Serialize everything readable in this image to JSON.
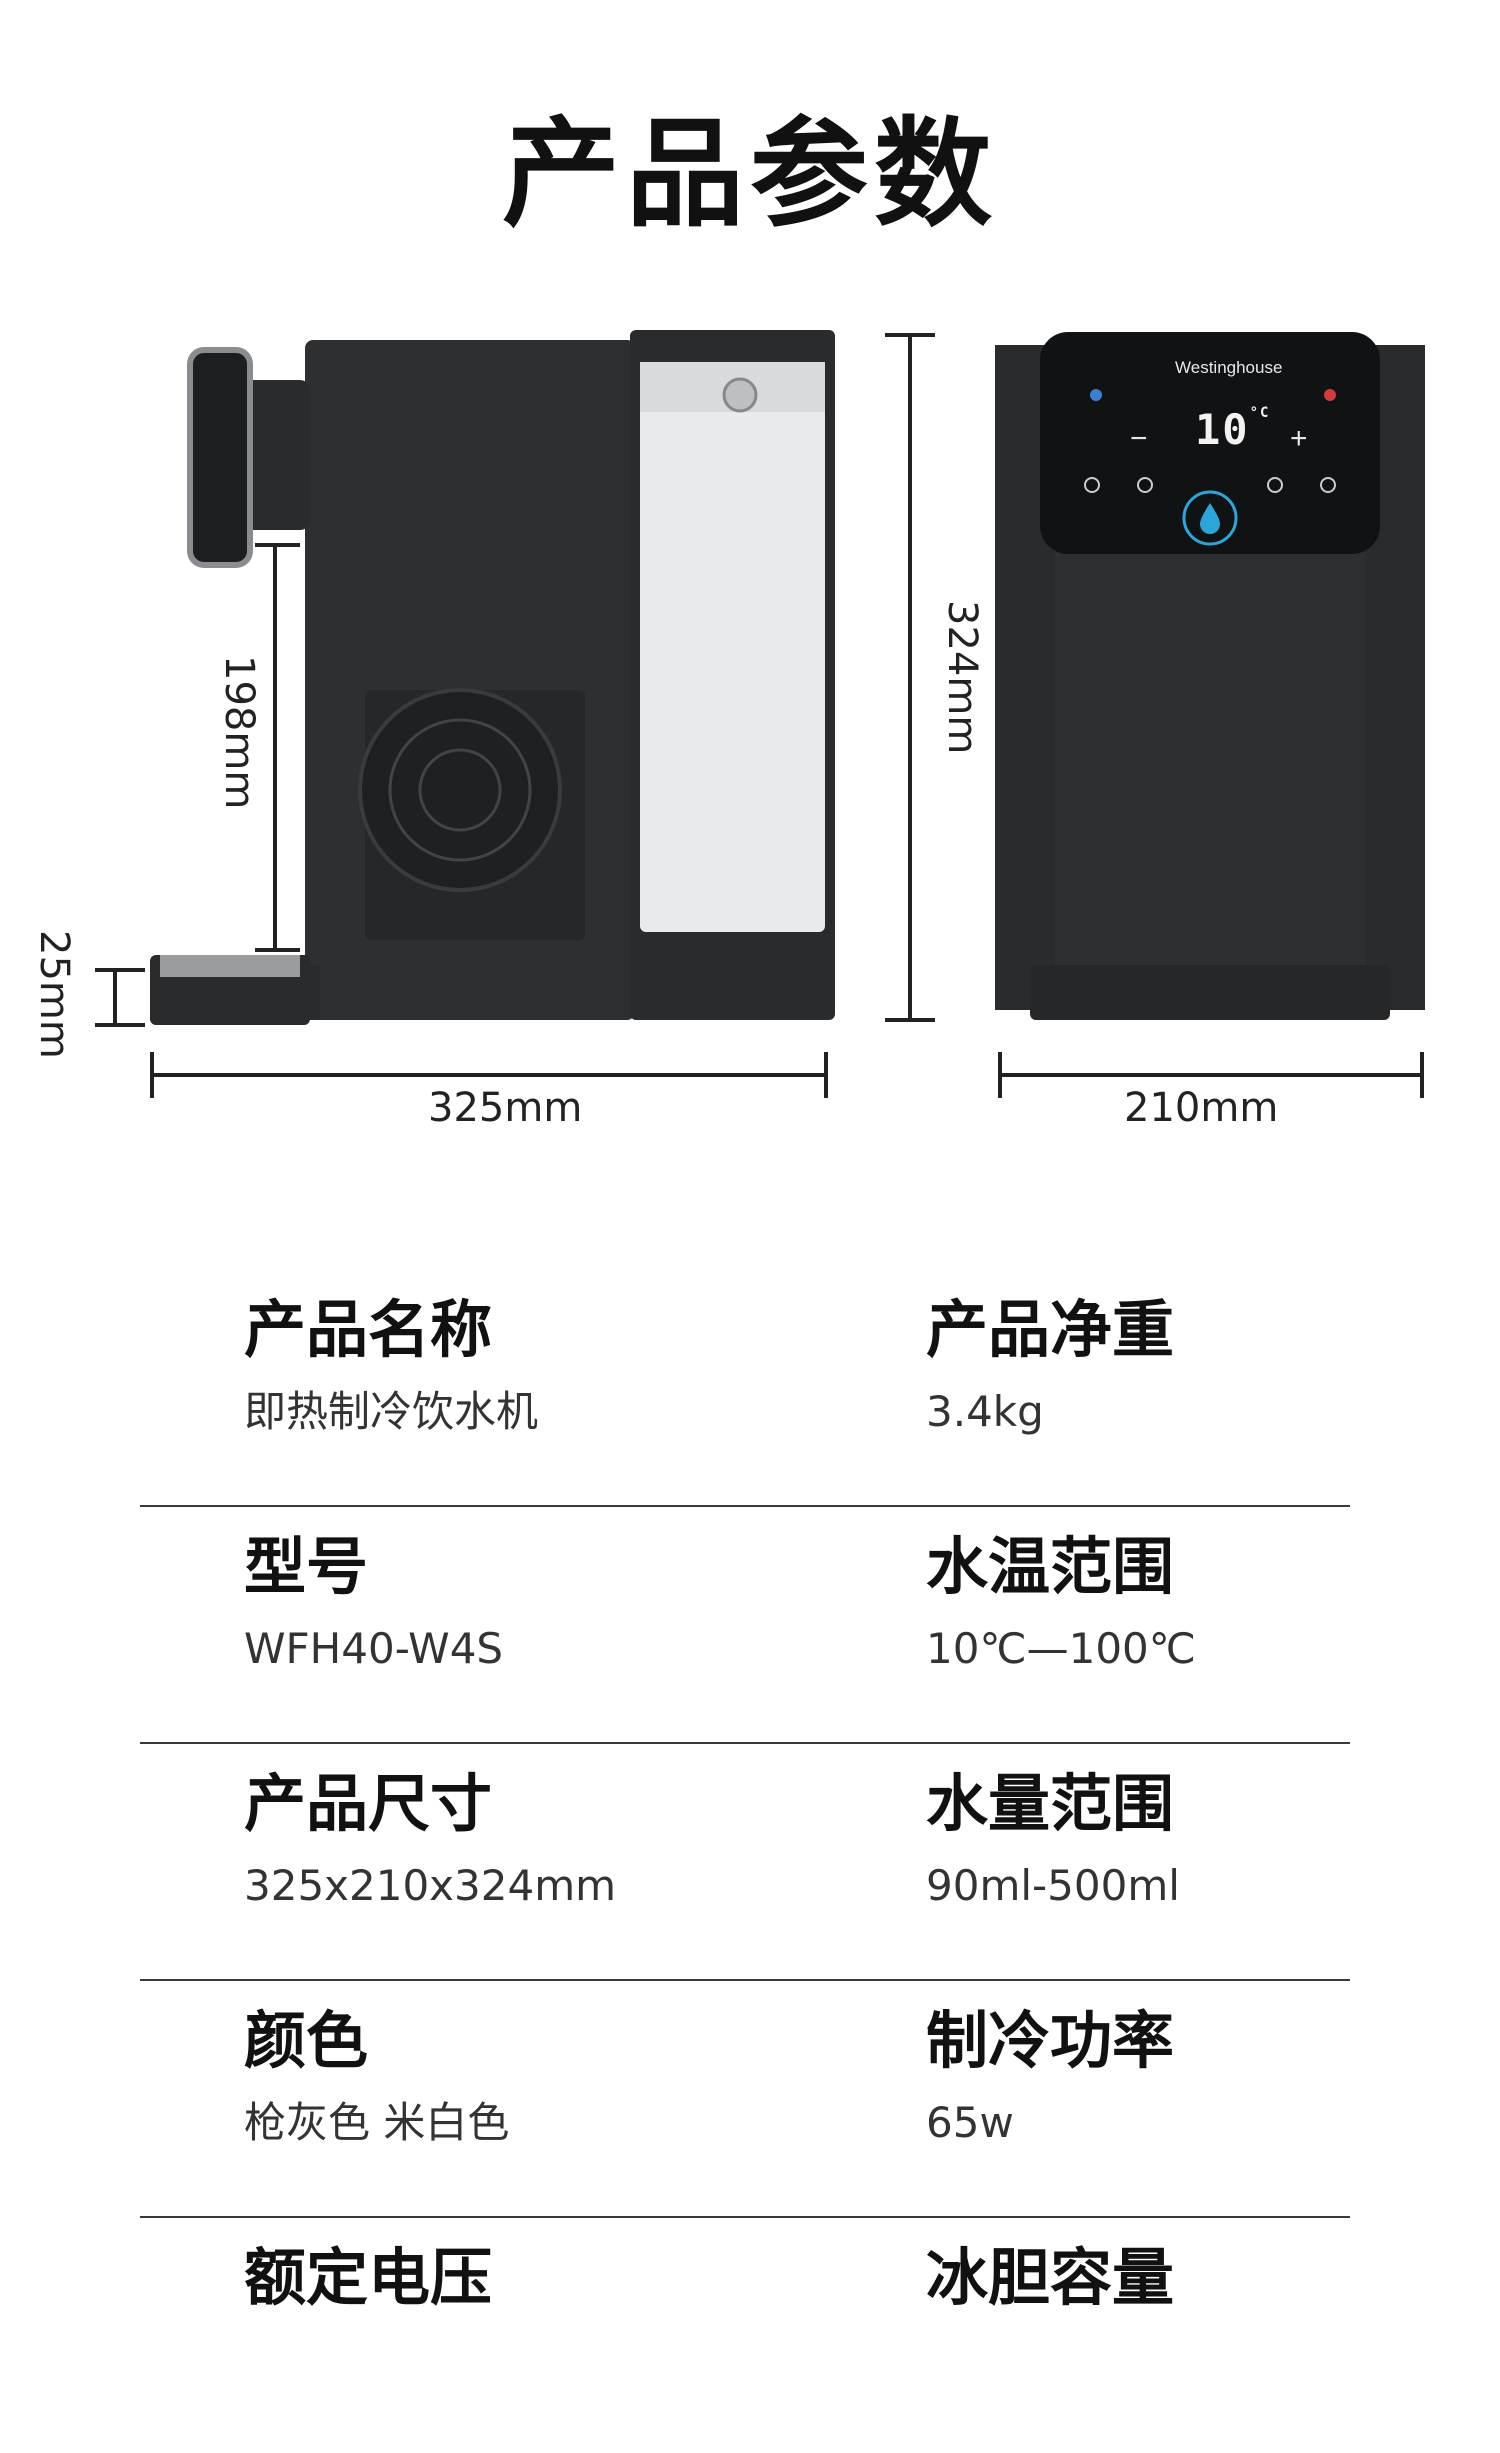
{
  "title": "产品参数",
  "dimensions": {
    "side_height": "198mm",
    "tray_height": "25mm",
    "side_width": "325mm",
    "total_height": "324mm",
    "front_width": "210mm"
  },
  "control_panel": {
    "brand": "Westinghouse",
    "temperature": "10",
    "temperature_unit": "°C"
  },
  "specs": [
    {
      "left": {
        "label": "产品名称",
        "value": "即热制冷饮水机"
      },
      "right": {
        "label": "产品净重",
        "value": "3.4kg"
      }
    },
    {
      "left": {
        "label": "型号",
        "value": "WFH40-W4S"
      },
      "right": {
        "label": "水温范围",
        "value": "10℃—100℃"
      }
    },
    {
      "left": {
        "label": "产品尺寸",
        "value": "325x210x324mm"
      },
      "right": {
        "label": "水量范围",
        "value": "90ml-500ml"
      }
    },
    {
      "left": {
        "label": "颜色",
        "value": "枪灰色 米白色"
      },
      "right": {
        "label": "制冷功率",
        "value": "65w"
      }
    },
    {
      "left": {
        "label": "额定电压",
        "value": ""
      },
      "right": {
        "label": "冰胆容量",
        "value": ""
      }
    }
  ],
  "colors": {
    "product_body": "#2e2f31",
    "product_dark": "#232426",
    "tank": "#e9eaeb",
    "text": "#111111",
    "divider": "#3a3a3a",
    "panel_accent": "#2aa7d8"
  }
}
